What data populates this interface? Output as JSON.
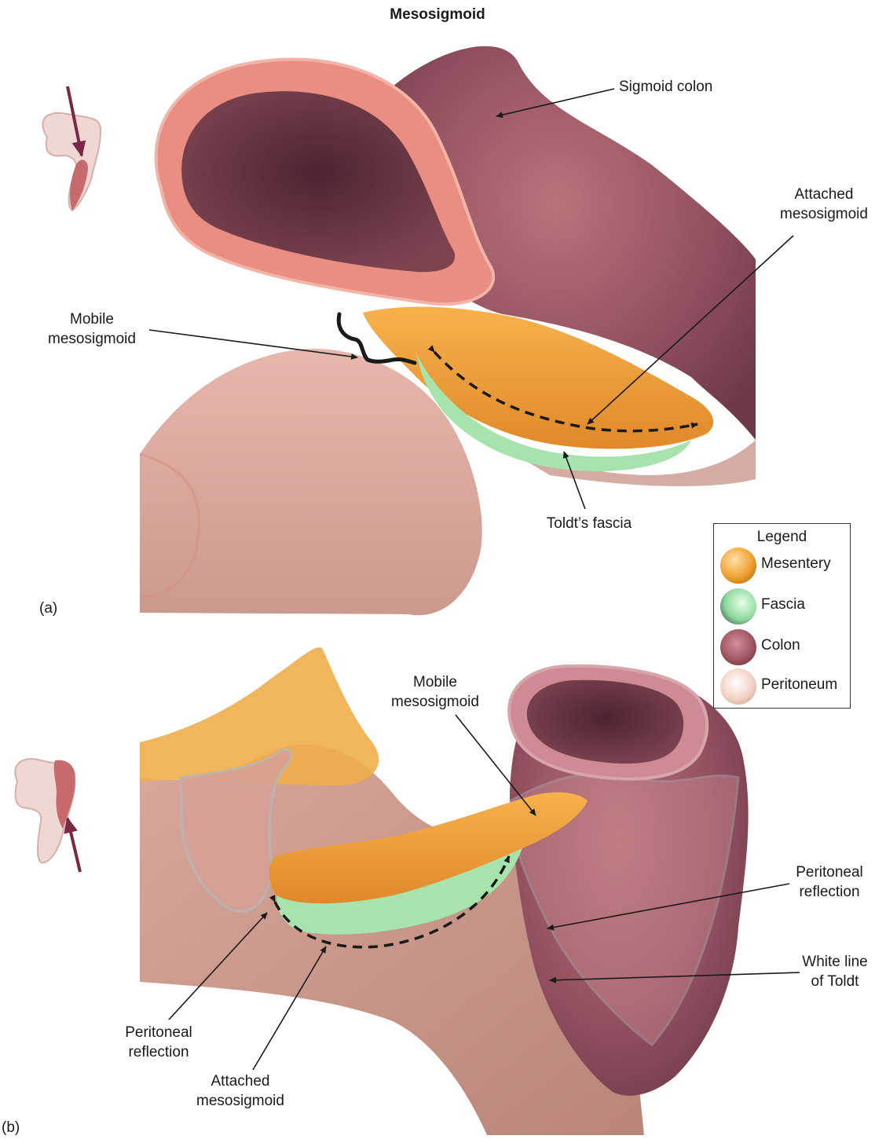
{
  "title": "Mesosigmoid",
  "panels": {
    "a": {
      "tag": "(a)",
      "labels": {
        "sigmoid_colon": "Sigmoid colon",
        "attached_mesosigmoid_1": "Attached",
        "attached_mesosigmoid_2": "mesosigmoid",
        "mobile_mesosigmoid_1": "Mobile",
        "mobile_mesosigmoid_2": "mesosigmoid",
        "toldts_fascia": "Toldt’s fascia"
      }
    },
    "b": {
      "tag": "(b)",
      "labels": {
        "mobile_mesosigmoid_1": "Mobile",
        "mobile_mesosigmoid_2": "mesosigmoid",
        "peritoneal_reflection_right_1": "Peritoneal",
        "peritoneal_reflection_right_2": "reflection",
        "white_line_1": "White line",
        "white_line_2": "of Toldt",
        "peritoneal_reflection_left_1": "Peritoneal",
        "peritoneal_reflection_left_2": "reflection",
        "attached_mesosigmoid_1": "Attached",
        "attached_mesosigmoid_2": "mesosigmoid"
      }
    }
  },
  "legend": {
    "title": "Legend",
    "items": [
      {
        "label": "Mesentery",
        "color": "#f0a030"
      },
      {
        "label": "Fascia",
        "color": "#8fd8a0"
      },
      {
        "label": "Colon",
        "color": "#a05660"
      },
      {
        "label": "Peritoneum",
        "color": "#f2d2c4"
      }
    ]
  },
  "colors": {
    "colon_outer": "#e98a80",
    "colon_inner": "#6e3a44",
    "colon_wall": "#9a5a62",
    "peritoneum": "#e0b0a4",
    "mesentery": "#f2a33a",
    "fascia": "#9ee0a8",
    "arrow_maroon": "#7b2746",
    "leader": "#1a1a1a"
  }
}
